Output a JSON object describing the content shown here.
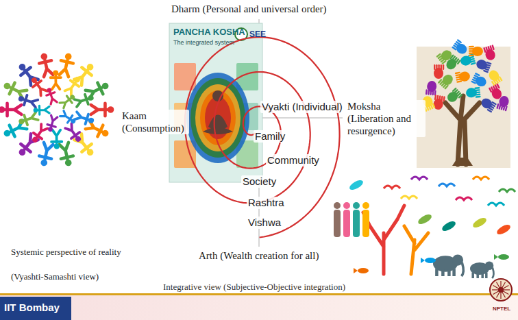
{
  "diagram": {
    "nodes": [
      {
        "text": [
          "PANCHA KOSHA",
          "The integrated system"
        ]
      }
    ],
    "edges": [],
    "labels": [
      "Dharm (Personal and universal order)",
      "Kaam (Consumption)",
      "Moksha (Liberation and resurgence)",
      "Vyakti (Individual)",
      "Family",
      "Community",
      "Society",
      "Rashtra",
      "Vishwa",
      "Arth (Wealth creation for all)",
      "Systemic perspective of reality",
      "(Vyashti-Samashti view)",
      "Integrative view (Subjective-Objective integration)",
      "IIT Bombay",
      "NPTEL",
      "SEE"
    ]
  }
}
